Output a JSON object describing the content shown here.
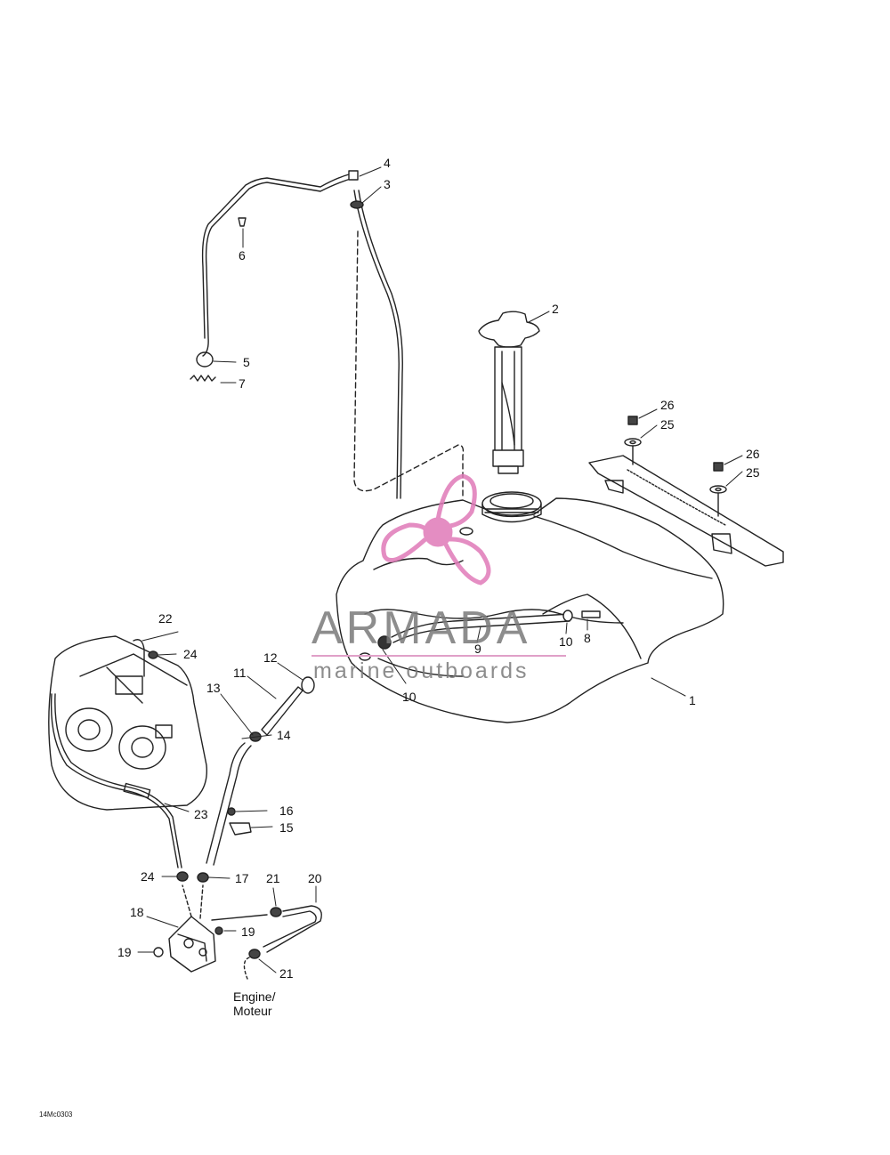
{
  "parts": {
    "p1": "1",
    "p2": "2",
    "p3": "3",
    "p4": "4",
    "p5": "5",
    "p6": "6",
    "p7": "7",
    "p8": "8",
    "p9": "9",
    "p10a": "10",
    "p10b": "10",
    "p11": "11",
    "p12": "12",
    "p13": "13",
    "p14": "14",
    "p15": "15",
    "p16": "16",
    "p17": "17",
    "p18": "18",
    "p19a": "19",
    "p19b": "19",
    "p20": "20",
    "p21a": "21",
    "p21b": "21",
    "p22": "22",
    "p23": "23",
    "p24a": "24",
    "p24b": "24",
    "p25a": "25",
    "p25b": "25",
    "p26a": "26",
    "p26b": "26"
  },
  "engine_label_line1": "Engine/",
  "engine_label_line2": "Moteur",
  "figure_code": "14Mc0303",
  "watermark": {
    "brand": "ARMADA",
    "tagline": "marine outboards"
  },
  "colors": {
    "line": "#222222",
    "watermark_pink": "#e07ab8",
    "watermark_gray": "#7a7a7a"
  }
}
